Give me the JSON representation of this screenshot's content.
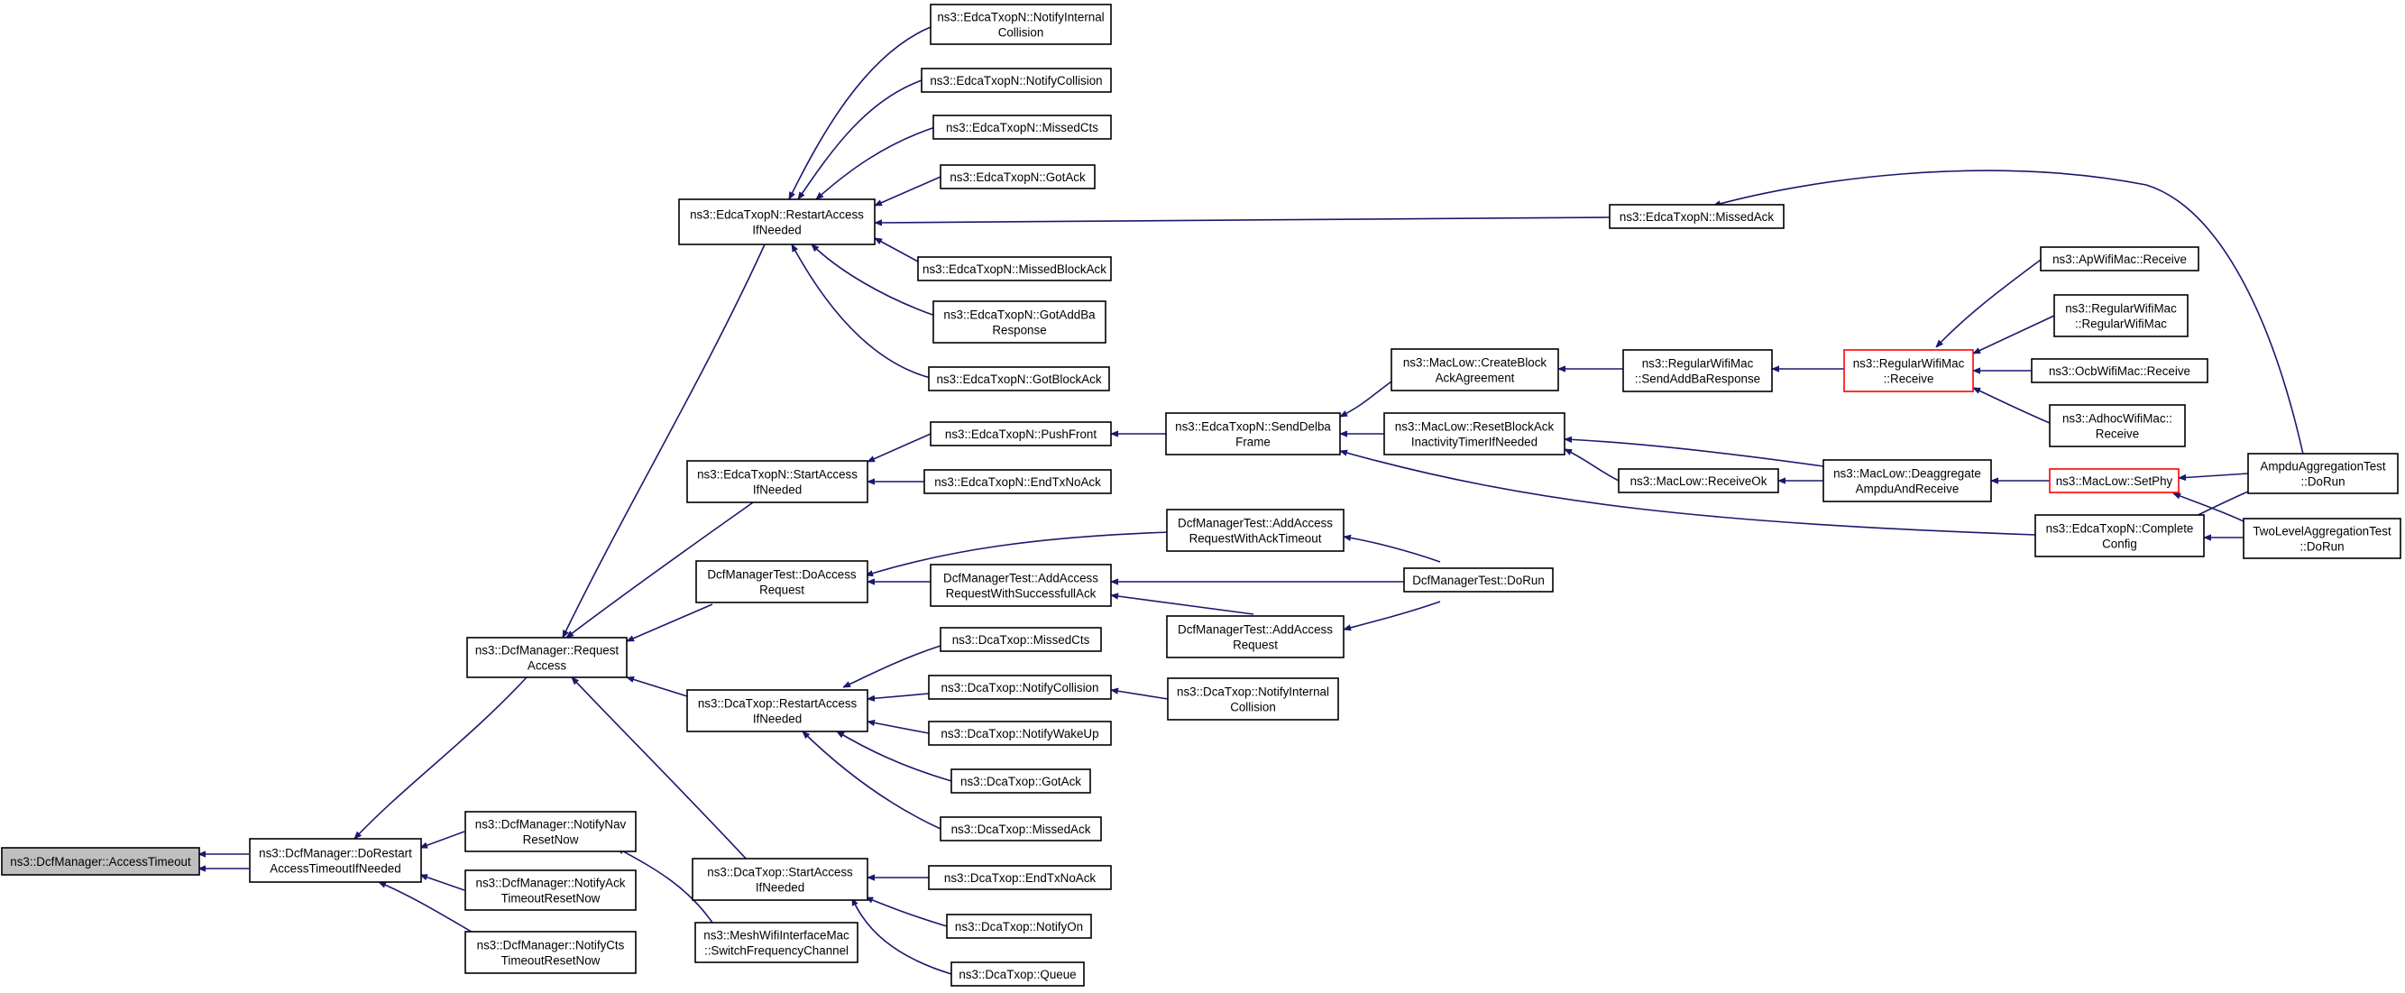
{
  "graph": {
    "title": "",
    "nodes": [
      {
        "id": "n0",
        "lines": [
          "ns3::DcfManager::AccessTimeout"
        ],
        "root": true,
        "truncated": false
      },
      {
        "id": "n1",
        "lines": [
          "ns3::DcfManager::DoRestart",
          "AccessTimeoutIfNeeded"
        ],
        "root": false,
        "truncated": false
      },
      {
        "id": "n2",
        "lines": [
          "ns3::DcfManager::Request",
          "Access"
        ],
        "root": false,
        "truncated": false
      },
      {
        "id": "n3",
        "lines": [
          "ns3::DcfManager::NotifyNav",
          "ResetNow"
        ],
        "root": false,
        "truncated": false
      },
      {
        "id": "n4",
        "lines": [
          "ns3::DcfManager::NotifyAck",
          "TimeoutResetNow"
        ],
        "root": false,
        "truncated": false
      },
      {
        "id": "n5",
        "lines": [
          "ns3::DcfManager::NotifyCts",
          "TimeoutResetNow"
        ],
        "root": false,
        "truncated": false
      },
      {
        "id": "n6",
        "lines": [
          "ns3::EdcaTxopN::RestartAccess",
          "IfNeeded"
        ],
        "root": false,
        "truncated": false
      },
      {
        "id": "n7",
        "lines": [
          "ns3::EdcaTxopN::StartAccess",
          "IfNeeded"
        ],
        "root": false,
        "truncated": false
      },
      {
        "id": "n8",
        "lines": [
          "DcfManagerTest::DoAccess",
          "Request"
        ],
        "root": false,
        "truncated": false
      },
      {
        "id": "n9",
        "lines": [
          "ns3::DcaTxop::RestartAccess",
          "IfNeeded"
        ],
        "root": false,
        "truncated": false
      },
      {
        "id": "n10",
        "lines": [
          "ns3::DcaTxop::StartAccess",
          "IfNeeded"
        ],
        "root": false,
        "truncated": false
      },
      {
        "id": "n11",
        "lines": [
          "ns3::MeshWifiInterfaceMac",
          "::SwitchFrequencyChannel"
        ],
        "root": false,
        "truncated": false
      },
      {
        "id": "n12",
        "lines": [
          "ns3::EdcaTxopN::NotifyInternal",
          "Collision"
        ],
        "root": false,
        "truncated": false
      },
      {
        "id": "n13",
        "lines": [
          "ns3::EdcaTxopN::NotifyCollision"
        ],
        "root": false,
        "truncated": false
      },
      {
        "id": "n14",
        "lines": [
          "ns3::EdcaTxopN::MissedCts"
        ],
        "root": false,
        "truncated": false
      },
      {
        "id": "n15",
        "lines": [
          "ns3::EdcaTxopN::GotAck"
        ],
        "root": false,
        "truncated": false
      },
      {
        "id": "n16",
        "lines": [
          "ns3::EdcaTxopN::MissedBlockAck"
        ],
        "root": false,
        "truncated": false
      },
      {
        "id": "n17",
        "lines": [
          "ns3::EdcaTxopN::GotAddBa",
          "Response"
        ],
        "root": false,
        "truncated": false
      },
      {
        "id": "n18",
        "lines": [
          "ns3::EdcaTxopN::GotBlockAck"
        ],
        "root": false,
        "truncated": false
      },
      {
        "id": "n19",
        "lines": [
          "ns3::EdcaTxopN::MissedAck"
        ],
        "root": false,
        "truncated": false
      },
      {
        "id": "n20",
        "lines": [
          "ns3::EdcaTxopN::PushFront"
        ],
        "root": false,
        "truncated": false
      },
      {
        "id": "n21",
        "lines": [
          "ns3::EdcaTxopN::EndTxNoAck"
        ],
        "root": false,
        "truncated": false
      },
      {
        "id": "n22",
        "lines": [
          "DcfManagerTest::AddAccess",
          "RequestWithAckTimeout"
        ],
        "root": false,
        "truncated": false
      },
      {
        "id": "n23",
        "lines": [
          "DcfManagerTest::AddAccess",
          "RequestWithSuccessfullAck"
        ],
        "root": false,
        "truncated": false
      },
      {
        "id": "n24",
        "lines": [
          "DcfManagerTest::AddAccess",
          "Request"
        ],
        "root": false,
        "truncated": false
      },
      {
        "id": "n25",
        "lines": [
          "ns3::DcaTxop::MissedCts"
        ],
        "root": false,
        "truncated": false
      },
      {
        "id": "n26",
        "lines": [
          "ns3::DcaTxop::NotifyCollision"
        ],
        "root": false,
        "truncated": false
      },
      {
        "id": "n27",
        "lines": [
          "ns3::DcaTxop::NotifyWakeUp"
        ],
        "root": false,
        "truncated": false
      },
      {
        "id": "n28",
        "lines": [
          "ns3::DcaTxop::GotAck"
        ],
        "root": false,
        "truncated": false
      },
      {
        "id": "n29",
        "lines": [
          "ns3::DcaTxop::MissedAck"
        ],
        "root": false,
        "truncated": false
      },
      {
        "id": "n30",
        "lines": [
          "ns3::DcaTxop::EndTxNoAck"
        ],
        "root": false,
        "truncated": false
      },
      {
        "id": "n31",
        "lines": [
          "ns3::DcaTxop::NotifyOn"
        ],
        "root": false,
        "truncated": false
      },
      {
        "id": "n32",
        "lines": [
          "ns3::DcaTxop::Queue"
        ],
        "root": false,
        "truncated": false
      },
      {
        "id": "n33",
        "lines": [
          "ns3::EdcaTxopN::SendDelba",
          "Frame"
        ],
        "root": false,
        "truncated": false
      },
      {
        "id": "n34",
        "lines": [
          "ns3::DcaTxop::NotifyInternal",
          "Collision"
        ],
        "root": false,
        "truncated": false
      },
      {
        "id": "n35",
        "lines": [
          "DcfManagerTest::DoRun"
        ],
        "root": false,
        "truncated": false
      },
      {
        "id": "n36",
        "lines": [
          "ns3::MacLow::CreateBlock",
          "AckAgreement"
        ],
        "root": false,
        "truncated": false
      },
      {
        "id": "n37",
        "lines": [
          "ns3::MacLow::ResetBlockAck",
          "InactivityTimerIfNeeded"
        ],
        "root": false,
        "truncated": false
      },
      {
        "id": "n38",
        "lines": [
          "ns3::RegularWifiMac",
          "::SendAddBaResponse"
        ],
        "root": false,
        "truncated": false
      },
      {
        "id": "n39",
        "lines": [
          "ns3::MacLow::ReceiveOk"
        ],
        "root": false,
        "truncated": false
      },
      {
        "id": "n40",
        "lines": [
          "ns3::MacLow::Deaggregate",
          "AmpduAndReceive"
        ],
        "root": false,
        "truncated": false
      },
      {
        "id": "n41",
        "lines": [
          "ns3::RegularWifiMac",
          "::Receive"
        ],
        "root": false,
        "truncated": true
      },
      {
        "id": "n42",
        "lines": [
          "ns3::MacLow::SetPhy"
        ],
        "root": false,
        "truncated": true
      },
      {
        "id": "n43",
        "lines": [
          "ns3::EdcaTxopN::Complete",
          "Config"
        ],
        "root": false,
        "truncated": false
      },
      {
        "id": "n44",
        "lines": [
          "ns3::ApWifiMac::Receive"
        ],
        "root": false,
        "truncated": false
      },
      {
        "id": "n45",
        "lines": [
          "ns3::RegularWifiMac",
          "::RegularWifiMac"
        ],
        "root": false,
        "truncated": false
      },
      {
        "id": "n46",
        "lines": [
          "ns3::OcbWifiMac::Receive"
        ],
        "root": false,
        "truncated": false
      },
      {
        "id": "n47",
        "lines": [
          "ns3::AdhocWifiMac::",
          "Receive"
        ],
        "root": false,
        "truncated": false
      },
      {
        "id": "n48",
        "lines": [
          "AmpduAggregationTest",
          "::DoRun"
        ],
        "root": false,
        "truncated": false
      },
      {
        "id": "n49",
        "lines": [
          "TwoLevelAggregationTest",
          "::DoRun"
        ],
        "root": false,
        "truncated": false
      }
    ]
  }
}
